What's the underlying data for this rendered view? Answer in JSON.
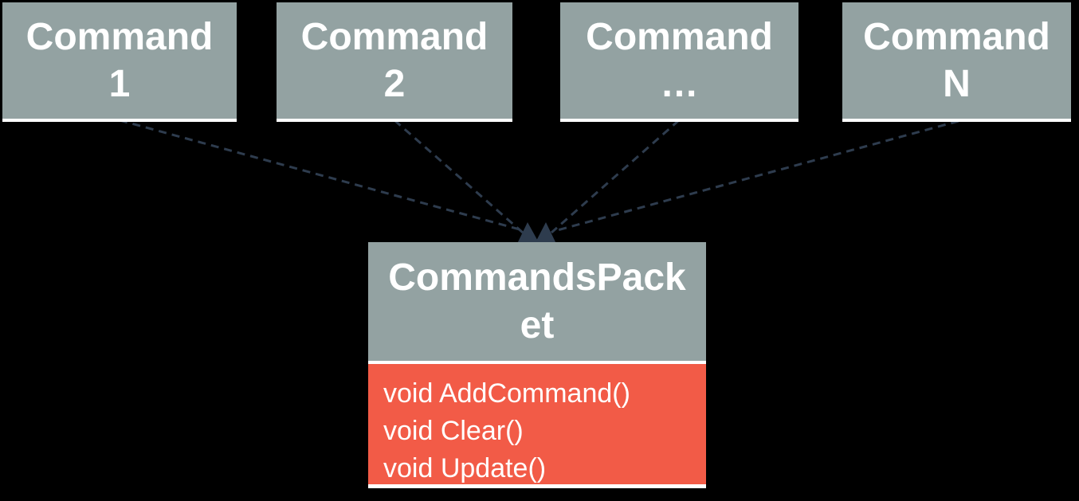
{
  "diagram": {
    "colors": {
      "background": "#000000",
      "class_box_fill": "#93a2a2",
      "class_box_text": "#ffffff",
      "methods_fill": "#f25b47",
      "connector": "#2e3c4e",
      "underline": "#ffffff"
    },
    "command_boxes": [
      {
        "line1": "Command",
        "line2": "1"
      },
      {
        "line1": "Command",
        "line2": "2"
      },
      {
        "line1": "Command",
        "line2": "…"
      },
      {
        "line1": "Command",
        "line2": "N"
      }
    ],
    "packet_class": {
      "title": "CommandsPacket",
      "title_lines": [
        "CommandsPack",
        "et"
      ],
      "methods": [
        "void AddCommand()",
        "void Clear()",
        "void Update()"
      ]
    }
  }
}
